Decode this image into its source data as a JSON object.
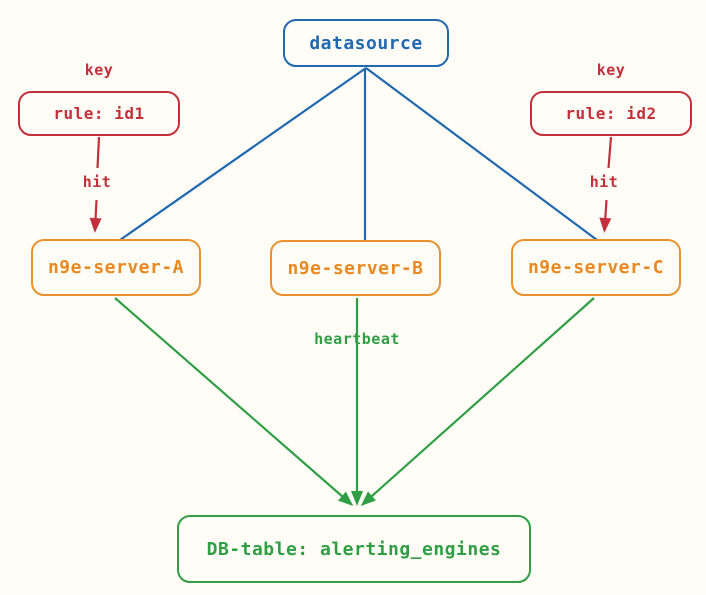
{
  "colors": {
    "blue": "#2068b0",
    "red": "#c1303c",
    "orange": "#e8912d",
    "green": "#2f9e44",
    "background": "#fffdf6"
  },
  "nodes": {
    "datasource": {
      "label": "datasource"
    },
    "rule_id1": {
      "label": "rule: id1"
    },
    "rule_id2": {
      "label": "rule: id2"
    },
    "server_a": {
      "label": "n9e-server-A"
    },
    "server_b": {
      "label": "n9e-server-B"
    },
    "server_c": {
      "label": "n9e-server-C"
    },
    "db_table": {
      "label": "DB-table: alerting_engines"
    }
  },
  "edge_labels": {
    "key_left": "key",
    "key_right": "key",
    "hit_left": "hit",
    "hit_right": "hit",
    "heartbeat": "heartbeat"
  }
}
